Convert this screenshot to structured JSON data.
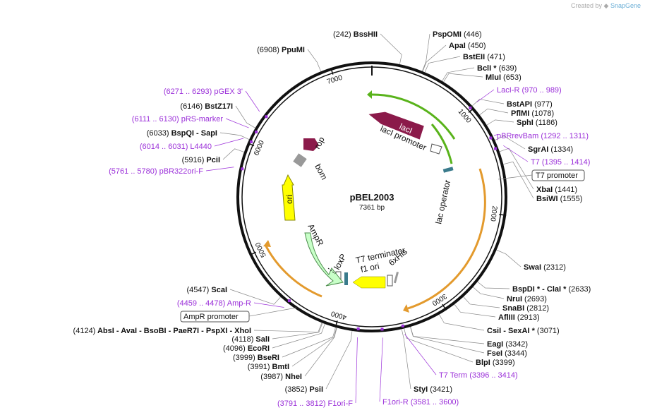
{
  "header": {
    "created_by": "Created by",
    "brand": "SnapGene"
  },
  "plasmid": {
    "name": "pBEL2003",
    "size": "7361 bp",
    "length": 7361
  },
  "colors": {
    "enzyme": "#000000",
    "primer": "#9b30d9",
    "backbone": "#111111",
    "lacI": "#8b1a4a",
    "green": "#59b31b",
    "orange": "#e39a2d",
    "ori": "#ffff00",
    "ampR": "#c8ffc8",
    "rop": "#8b1a4a",
    "bom": "#999999"
  },
  "ticks": [
    {
      "pos": 1000,
      "label": "1000"
    },
    {
      "pos": 2000,
      "label": "2000"
    },
    {
      "pos": 3000,
      "label": "3000"
    },
    {
      "pos": 4000,
      "label": "4000"
    },
    {
      "pos": 5000,
      "label": "5000"
    },
    {
      "pos": 6000,
      "label": "6000"
    },
    {
      "pos": 7000,
      "label": "7000"
    }
  ],
  "enzymes": [
    {
      "label": "(242)",
      "name": "BssHII",
      "pos": 242
    },
    {
      "label": "PspOMI",
      "name": "(446)",
      "pos": 446
    },
    {
      "label": "ApaI",
      "name": "(450)",
      "pos": 450
    },
    {
      "label": "BstEII",
      "name": "(471)",
      "pos": 471
    },
    {
      "label": "BclI *",
      "name": "(639)",
      "pos": 639
    },
    {
      "label": "MluI",
      "name": "(653)",
      "pos": 653
    },
    {
      "label": "BstAPI",
      "name": "(977)",
      "pos": 977
    },
    {
      "label": "PflMI",
      "name": "(1078)",
      "pos": 1078
    },
    {
      "label": "SphI",
      "name": "(1186)",
      "pos": 1186
    },
    {
      "label": "SgrAI",
      "name": "(1334)",
      "pos": 1334
    },
    {
      "label": "XbaI",
      "name": "(1441)",
      "pos": 1441
    },
    {
      "label": "BsiWI",
      "name": "(1555)",
      "pos": 1555
    },
    {
      "label": "SwaI",
      "name": "(2312)",
      "pos": 2312
    },
    {
      "label": "BspDI * - ClaI *",
      "name": "(2633)",
      "pos": 2633
    },
    {
      "label": "NruI",
      "name": "(2693)",
      "pos": 2693
    },
    {
      "label": "SnaBI",
      "name": "(2812)",
      "pos": 2812
    },
    {
      "label": "AflIII",
      "name": "(2913)",
      "pos": 2913
    },
    {
      "label": "CsiI - SexAI *",
      "name": "(3071)",
      "pos": 3071
    },
    {
      "label": "EagI",
      "name": "(3342)",
      "pos": 3342
    },
    {
      "label": "FseI",
      "name": "(3344)",
      "pos": 3344
    },
    {
      "label": "BlpI",
      "name": "(3399)",
      "pos": 3399
    },
    {
      "label": "StyI",
      "name": "(3421)",
      "pos": 3421
    },
    {
      "label": "(3852)",
      "name": "PsiI",
      "pos": 3852
    },
    {
      "label": "(3987)",
      "name": "NheI",
      "pos": 3987
    },
    {
      "label": "(3991)",
      "name": "BmtI",
      "pos": 3991
    },
    {
      "label": "(3999)",
      "name": "BseRI",
      "pos": 3999
    },
    {
      "label": "(4096)",
      "name": "EcoRI",
      "pos": 4096
    },
    {
      "label": "(4118)",
      "name": "SalI",
      "pos": 4118
    },
    {
      "label": "(4124)",
      "name": "AbsI - AvaI - BsoBI - PaeR7I - PspXI - XhoI",
      "pos": 4124
    },
    {
      "label": "(4547)",
      "name": "ScaI",
      "pos": 4547
    },
    {
      "label": "(5916)",
      "name": "PciI",
      "pos": 5916
    },
    {
      "label": "(6033)",
      "name": "BspQI - SapI",
      "pos": 6033
    },
    {
      "label": "(6146)",
      "name": "BstZ17I",
      "pos": 6146
    },
    {
      "label": "(6908)",
      "name": "PpuMI",
      "pos": 6908
    }
  ],
  "primers": [
    {
      "text": "LacI-R (970 .. 989)",
      "pos": 979
    },
    {
      "text": "pBRrevBam (1292 .. 1311)",
      "pos": 1301
    },
    {
      "text": "T7 (1395 .. 1414)",
      "pos": 1404
    },
    {
      "text": "T7 Term (3396 .. 3414)",
      "pos": 3405
    },
    {
      "text": "F1ori-R (3581 .. 3600)",
      "pos": 3590
    },
    {
      "text": "(3791 .. 3812) F1ori-F",
      "pos": 3801
    },
    {
      "text": "(4459 .. 4478) Amp-R",
      "pos": 4468
    },
    {
      "text": "(5761 .. 5780) pBR322ori-F",
      "pos": 5770
    },
    {
      "text": "(6014 .. 6031) L4440",
      "pos": 6022
    },
    {
      "text": "(6111 .. 6130) pRS-marker",
      "pos": 6120
    },
    {
      "text": "(6271 .. 6293) pGEX 3'",
      "pos": 6282
    }
  ],
  "boxed_features": [
    {
      "text": "T7 promoter",
      "pos": 1410
    },
    {
      "text": "AmpR promoter",
      "pos": 4300
    }
  ],
  "features": {
    "lacI": "lacI",
    "lacI_promoter": "lacI promoter",
    "lac_operator": "lac operator",
    "t7_terminator": "T7 terminator",
    "f1_ori": "f1 ori",
    "six_his": "6xHis",
    "loxP": "loxP",
    "ampR": "AmpR",
    "ori": "ori",
    "bom": "bom",
    "rop": "rop"
  }
}
